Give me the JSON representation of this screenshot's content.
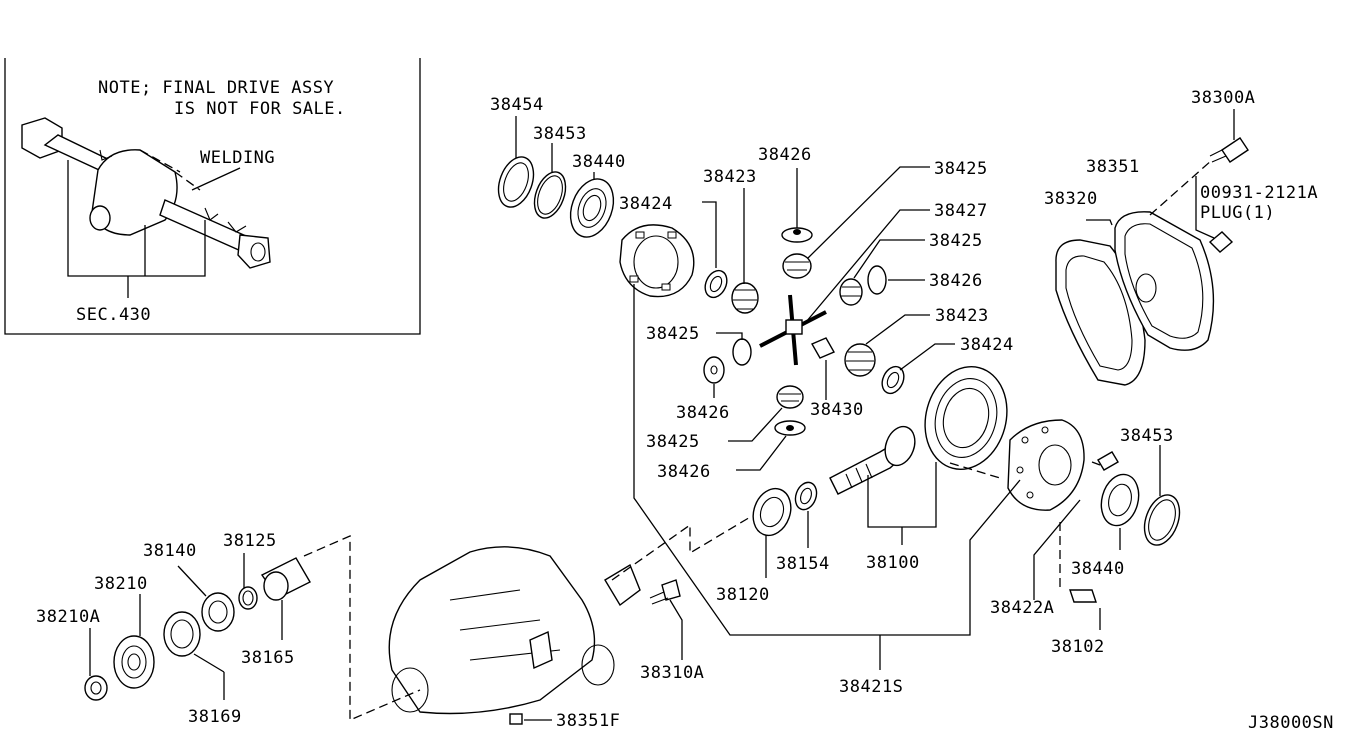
{
  "inset": {
    "note_line1": "NOTE; FINAL DRIVE ASSY",
    "note_line2": "IS NOT FOR SALE.",
    "welding": "WELDING",
    "sec": "SEC.430"
  },
  "part_numbers": {
    "p38454": "38454",
    "p38453_top": "38453",
    "p38440_top": "38440",
    "p38426_a": "38426",
    "p38423_a": "38423",
    "p38424_a": "38424",
    "p38425_a": "38425",
    "p38427": "38427",
    "p38425_b": "38425",
    "p38426_b": "38426",
    "p38425_c": "38425",
    "p38423_b": "38423",
    "p38424_b": "38424",
    "p38426_c": "38426",
    "p38430": "38430",
    "p38425_d": "38425",
    "p38426_d": "38426",
    "p38300A": "38300A",
    "p38351": "38351",
    "p38320": "38320",
    "p00931": "00931-2121A",
    "plug": "PLUG(1)",
    "p38453_right": "38453",
    "p38440_right": "38440",
    "p38422A": "38422A",
    "p38102": "38102",
    "p38100": "38100",
    "p38154": "38154",
    "p38120": "38120",
    "p38421S": "38421S",
    "p38310A": "38310A",
    "p38351F": "38351F",
    "p38140": "38140",
    "p38125": "38125",
    "p38210": "38210",
    "p38210A": "38210A",
    "p38165": "38165",
    "p38169": "38169"
  },
  "diagram_code": "J38000SN"
}
